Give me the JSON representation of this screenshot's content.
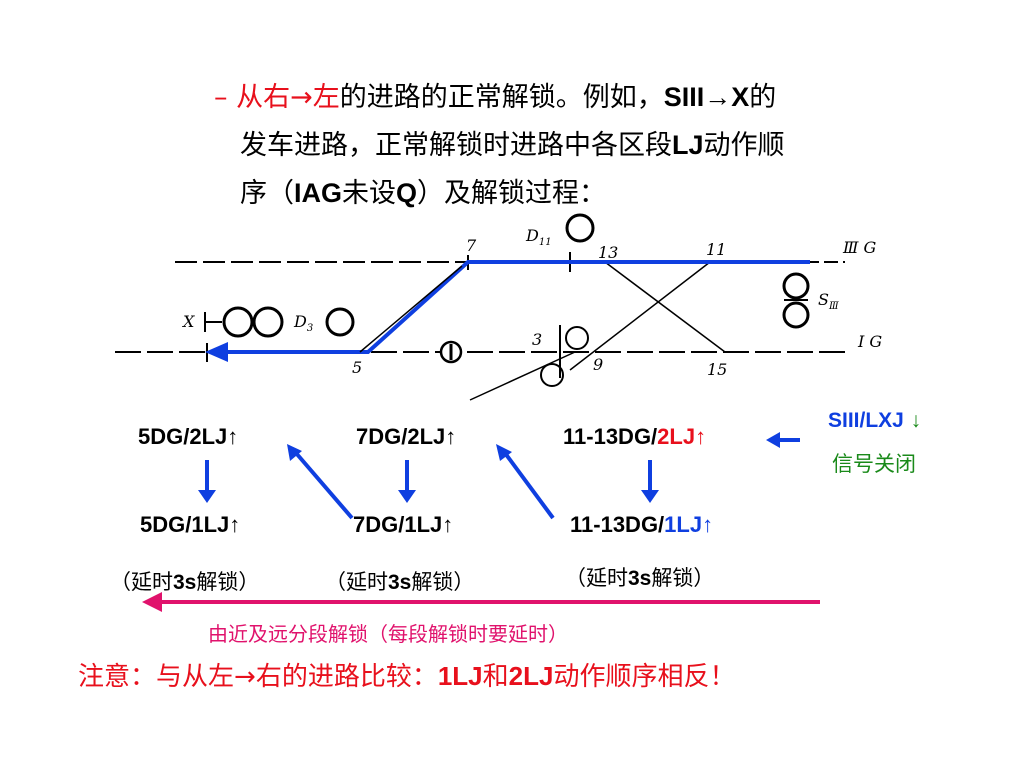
{
  "header": {
    "dash": "–",
    "line1_red": "从右→左",
    "line1_a": "的进路的正常解锁。例如，",
    "line1_b": "SIII→X",
    "line1_c": "的",
    "line2_a": "发车进路，正常解锁时进路中各区段",
    "line2_b": "LJ",
    "line2_c": "动作顺",
    "line3_a": "序（",
    "line3_b": "IAG",
    "line3_c": "未设",
    "line3_d": "Q",
    "line3_e": "）及解锁过程："
  },
  "track": {
    "label_7": "7",
    "label_d11": "D",
    "label_d11_sub": "11",
    "label_13": "13",
    "label_11": "11",
    "label_iiig": "Ⅲ G",
    "label_x": "X",
    "label_d3": "D",
    "label_d3_sub": "3",
    "label_s3": "S",
    "label_s3_sub": "Ⅲ",
    "label_3": "3",
    "label_9": "9",
    "label_ig": "I G",
    "label_5": "5",
    "label_15": "15"
  },
  "sequence": {
    "r1c1": "5DG/2LJ↑",
    "r1c2": "7DG/2LJ↑",
    "r1c3_a": "11-13DG/",
    "r1c3_b": "2LJ↑",
    "signal_a": "SIII",
    "signal_b": "/LXJ",
    "signal_arrow": "↓",
    "signal_note": "信号关闭",
    "r2c1": "5DG/1LJ↑",
    "r2c2": "7DG/1LJ↑",
    "r2c3_a": "11-13DG/",
    "r2c3_b": "1LJ↑",
    "delay_open": "（延时",
    "delay_bold": "3s",
    "delay_close": "解锁）",
    "order_caption": "由近及远分段解锁（每段解锁时要延时）",
    "remark_a": "注意：与从左",
    "remark_arrow": "→",
    "remark_b": "右的进路比较：",
    "remark_c": "1LJ",
    "remark_d": "和",
    "remark_e": "2LJ",
    "remark_f": "动作顺序相反！"
  },
  "colors": {
    "route_blue": "#0f3fe0",
    "accent_red": "#e8101c",
    "accent_pink": "#e0126c",
    "accent_green": "#1a8a1a"
  }
}
